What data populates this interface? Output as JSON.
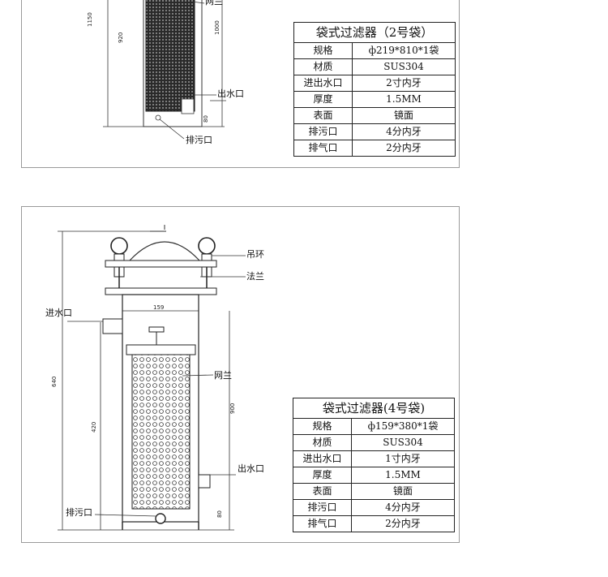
{
  "top": {
    "labels": {
      "mesh": "网兰",
      "outlet": "出水口",
      "drain": "排污口"
    },
    "dims": {
      "total": "1150",
      "body": "920",
      "basket": "1000",
      "outlet_height": "80"
    },
    "table": {
      "title": "袋式过滤器（2号袋）",
      "rows": [
        {
          "key": "规格",
          "value": "ф219*810*1袋"
        },
        {
          "key": "材质",
          "value": "SUS304"
        },
        {
          "key": "进出水口",
          "value": "2寸内牙"
        },
        {
          "key": "厚度",
          "value": "1.5MM"
        },
        {
          "key": "表面",
          "value": "镜面"
        },
        {
          "key": "排污口",
          "value": "4分内牙"
        },
        {
          "key": "排气口",
          "value": "2分内牙"
        }
      ]
    }
  },
  "bottom": {
    "labels": {
      "lifting_ring": "吊环",
      "flange": "法兰",
      "inlet": "进水口",
      "mesh": "网兰",
      "outlet": "出水口",
      "drain": "排污口"
    },
    "dims": {
      "total": "640",
      "body": "420",
      "basket": "900",
      "width": "159",
      "outlet_height": "80"
    },
    "table": {
      "title": "袋式过滤器(4号袋)",
      "rows": [
        {
          "key": "规格",
          "value": "ф159*380*1袋"
        },
        {
          "key": "材质",
          "value": "SUS304"
        },
        {
          "key": "进出水口",
          "value": "1寸内牙"
        },
        {
          "key": "厚度",
          "value": "1.5MM"
        },
        {
          "key": "表面",
          "value": "镜面"
        },
        {
          "key": "排污口",
          "value": "4分内牙"
        },
        {
          "key": "排气口",
          "value": "2分内牙"
        }
      ]
    }
  }
}
